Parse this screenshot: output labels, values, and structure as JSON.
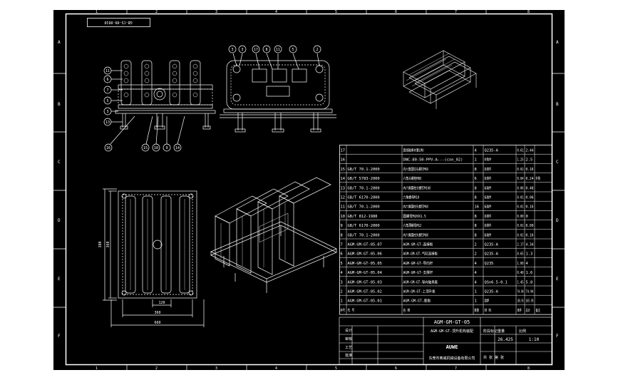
{
  "drawing_code": "GB-CS-00-0010",
  "top_zone_numbers": [
    "1",
    "2",
    "3",
    "4",
    "5",
    "6",
    "7",
    "8"
  ],
  "bottom_zone_numbers": [
    "1",
    "2",
    "3",
    "4",
    "5",
    "6",
    "7",
    "8"
  ],
  "left_zone_letters": [
    "A",
    "B",
    "C",
    "D",
    "E",
    "F"
  ],
  "right_zone_letters": [
    "A",
    "B",
    "C",
    "D",
    "E",
    "F"
  ],
  "front_view_balloons_left": [
    "11",
    "6",
    "7",
    "5",
    "3",
    "13"
  ],
  "front_view_balloons_bottom": [
    "16",
    "15",
    "10",
    "9",
    "14"
  ],
  "side_view_balloons_top": [
    "3",
    "3",
    "17",
    "8",
    "11",
    "5",
    "2"
  ],
  "dimensions": {
    "height_outer": "380",
    "height_inner": "360",
    "width_small": "120",
    "width_mid": "360",
    "width_outer": "660"
  },
  "bom_rows": [
    {
      "no": "17",
      "code": "",
      "name": "直线轴承衬套LMU",
      "qty": "4",
      "material": "Q235-A",
      "w1": "0.61",
      "w2": "2.44",
      "note": ""
    },
    {
      "no": "16",
      "code": "",
      "name": "DNC-80-50-PPV-A---(con_02)",
      "qty": "1",
      "material": "外购件",
      "w1": "1.25",
      "w2": "2.5",
      "note": ""
    },
    {
      "no": "15",
      "code": "GB/T 70.1-2000",
      "name": "内六角圆柱头螺钉M6X",
      "qty": "8",
      "material": "标准件",
      "w1": "0.02",
      "w2": "0.16",
      "note": ""
    },
    {
      "no": "14",
      "code": "GB/T 5783-2000",
      "name": "六角头螺栓M8X",
      "qty": "6",
      "material": "标准件",
      "w1": "0.04",
      "w2": "0.24",
      "note": "外购"
    },
    {
      "no": "13",
      "code": "GB/T 70.1-2000",
      "name": "内六角圆柱头螺钉M10X",
      "qty": "8",
      "material": "标准件",
      "w1": "0.06",
      "w2": "0.48",
      "note": ""
    },
    {
      "no": "12",
      "code": "GB/T 6170-2000",
      "name": "六角螺母M10",
      "qty": "8",
      "material": "标准件",
      "w1": "0.01",
      "w2": "0.06",
      "note": ""
    },
    {
      "no": "11",
      "code": "GB/T 70.1-2000",
      "name": "内六角圆柱头螺钉M6X",
      "qty": "16",
      "material": "标准件",
      "w1": "0.01",
      "w2": "0.16",
      "note": ""
    },
    {
      "no": "10",
      "code": "GB/T 812-1988",
      "name": "圆螺母M20X1.5",
      "qty": "8",
      "material": "标准件",
      "w1": "0.00",
      "w2": "0",
      "note": ""
    },
    {
      "no": "9",
      "code": "GB/T 6170-2000",
      "name": "六角薄螺母M12",
      "qty": "8",
      "material": "标准件",
      "w1": "0.01",
      "w2": "0.09",
      "note": ""
    },
    {
      "no": "8",
      "code": "GB/T 70.1-2000",
      "name": "内六角圆柱头螺钉M8X",
      "qty": "8",
      "material": "标准件",
      "w1": "0.02",
      "w2": "0.16",
      "note": ""
    },
    {
      "no": "7",
      "code": "AGM-GM-GT-05.07",
      "name": "AGM-GM-GT-连接板",
      "qty": "2",
      "material": "Q235-A",
      "w1": "2.17",
      "w2": "4.34",
      "note": ""
    },
    {
      "no": "6",
      "code": "AGM-GM-GT-05.06",
      "name": "AGM-GM-GT-气缸连接板",
      "qty": "2",
      "material": "Q235-A",
      "w1": "0.65",
      "w2": "1.3",
      "note": ""
    },
    {
      "no": "5",
      "code": "AGM-GM-GT-05.05",
      "name": "AGM-GM-GT-导向杆",
      "qty": "4",
      "material": "Q235",
      "w1": "1.00",
      "w2": "4",
      "note": ""
    },
    {
      "no": "4",
      "code": "AGM-GM-GT-05.04",
      "name": "AGM-GM-GT-支撑杆",
      "qty": "4",
      "material": "",
      "w1": "0.40",
      "w2": "1.6",
      "note": ""
    },
    {
      "no": "3",
      "code": "AGM-GM-GT-05.03",
      "name": "AGM-GM-GT-导向轴承座",
      "qty": "4",
      "material": "QSn6.5-0.1",
      "w1": "1.45",
      "w2": "5.8",
      "note": ""
    },
    {
      "no": "2",
      "code": "AGM-GM-GT-05.02",
      "name": "AGM-GM-GT-上顶升板",
      "qty": "1",
      "material": "Q235-A",
      "w1": "74.94",
      "w2": "74.94",
      "note": ""
    },
    {
      "no": "1",
      "code": "AGM-GM-GT-05.01",
      "name": "AGM-GM-GT-底板",
      "qty": "1",
      "material": "组焊",
      "w1": "165.95",
      "w2": "165.95",
      "note": ""
    }
  ],
  "bom_header": {
    "no": "序号",
    "code": "代 号",
    "name": "名 称",
    "qty": "数量",
    "material": "材 料",
    "w1": "单件",
    "w2": "总计",
    "note": "备注"
  },
  "title_block": {
    "drawing_no": "AGM-GM-GT-05",
    "part_name": "AGM-GM-GT-顶升机构装配",
    "company_logo": "AUWE",
    "company_name": "东莞市奥威机械设备有限公司",
    "weight": "26.425",
    "scale": "1:10",
    "label_design": "设计",
    "label_check": "审核",
    "label_process": "工艺",
    "label_approve": "批准",
    "label_sheet": "共 张 第 张",
    "label_stage": "阶段标记",
    "label_weight": "重量",
    "label_scale": "比例"
  }
}
